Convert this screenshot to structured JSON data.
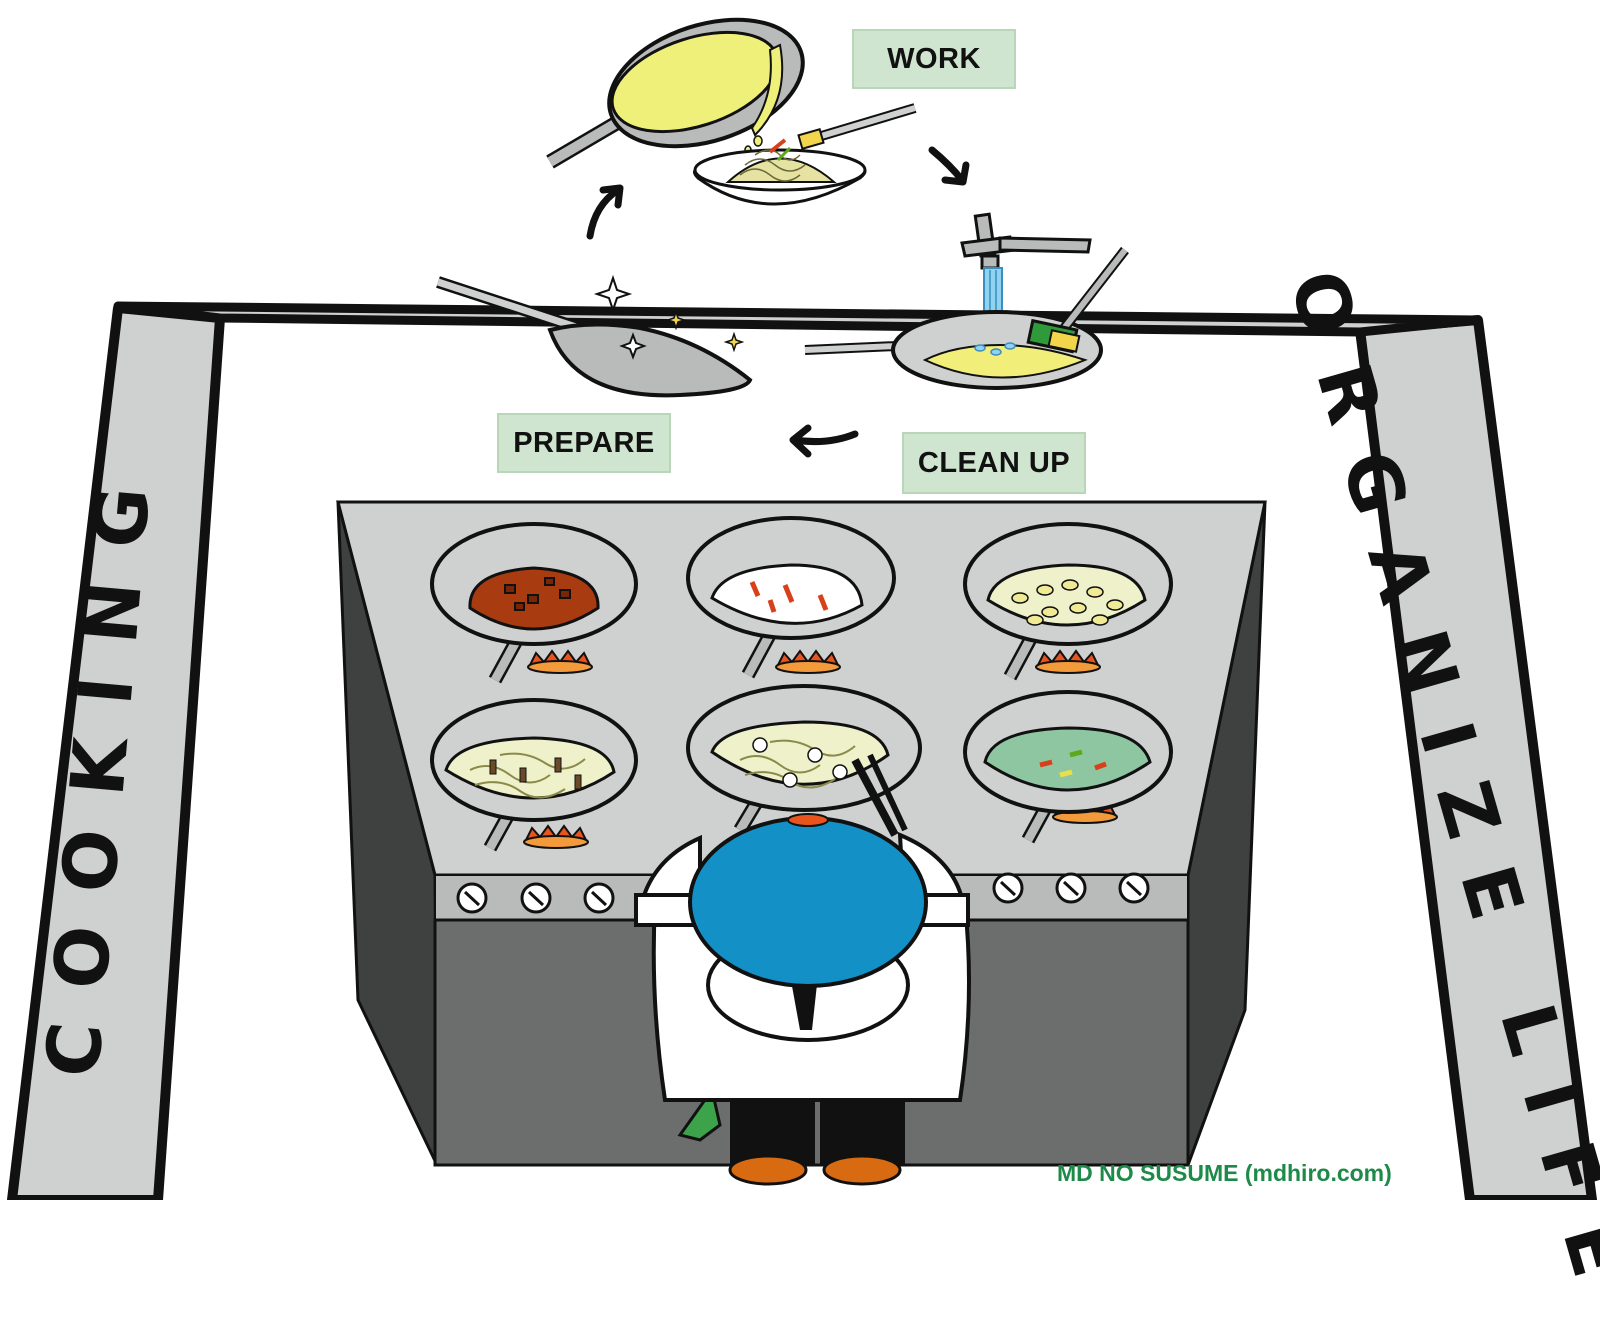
{
  "cycle_labels": {
    "work": "WORK",
    "prepare": "PREPARE",
    "clean_up": "CLEAN UP"
  },
  "frame_labels": {
    "left": "COOKING",
    "right": "ORGANIZE LIFE"
  },
  "credit": "MD NO SUSUME (mdhiro.com)",
  "colors": {
    "label_bg": "#cfe5cf",
    "frame_gray": "#cfd1d0",
    "stove_dark": "#6b6e6c",
    "chef_hat": "#1390c6",
    "credit_green": "#1d8a4a"
  },
  "icons": [
    "frying-pan-icon",
    "noodle-plate-icon",
    "faucet-icon",
    "sponge-icon",
    "wok-icon",
    "sparkle-icon",
    "cycle-arrow-icon",
    "chef-icon",
    "burner-flame-icon",
    "stove-knob-icon"
  ]
}
